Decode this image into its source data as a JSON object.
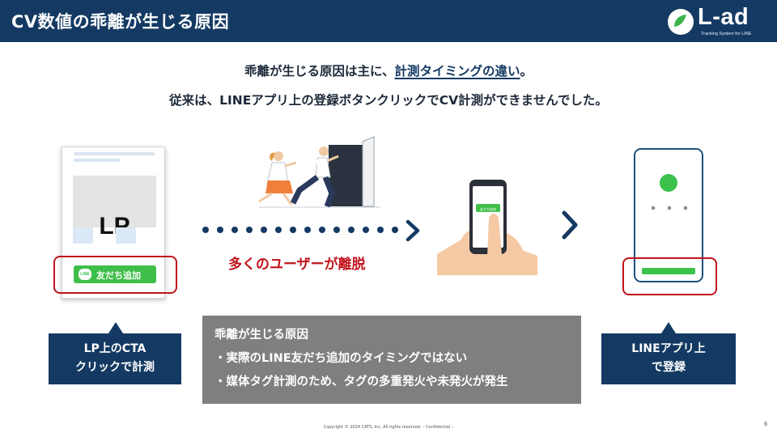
{
  "header": {
    "title": "CV数値の乖離が生じる原因",
    "logo_text": "L-ad",
    "logo_tagline": "Tracking System for LINE"
  },
  "headline": {
    "line1_prefix": "乖離が生じる原因は主に、",
    "line1_emphasis": "計測タイミングの違い",
    "line1_suffix": "。",
    "line2": "従来は、LINEアプリ上の登録ボタンクリックでCV計測ができませんでした。"
  },
  "lp_mockup": {
    "label": "LP",
    "button_icon": "LINE",
    "button_label": "友だち追加"
  },
  "flow": {
    "churn_label": "多くのユーザーが離脱",
    "phone_button": "友だち追加"
  },
  "callouts": {
    "left_line1": "LP上のCTA",
    "left_line2": "クリックで計測",
    "right_line1": "LINEアプリ上",
    "right_line2": "で登録"
  },
  "reason_box": {
    "title": "乖離が生じる原因",
    "items": [
      "・実際のLINE友だち追加のタイミングではない",
      "・媒体タグ計測のため、タグの多重発火や未発火が発生"
    ]
  },
  "footer": {
    "copyright": "Copyright © 2024 CATS, Inc. All rights reserved. – Confidential –",
    "page_number": "6"
  },
  "colors": {
    "navy": "#143a63",
    "red": "#c0141c",
    "line_green": "#3fbf4a",
    "gray_box": "#7f7f7f"
  }
}
